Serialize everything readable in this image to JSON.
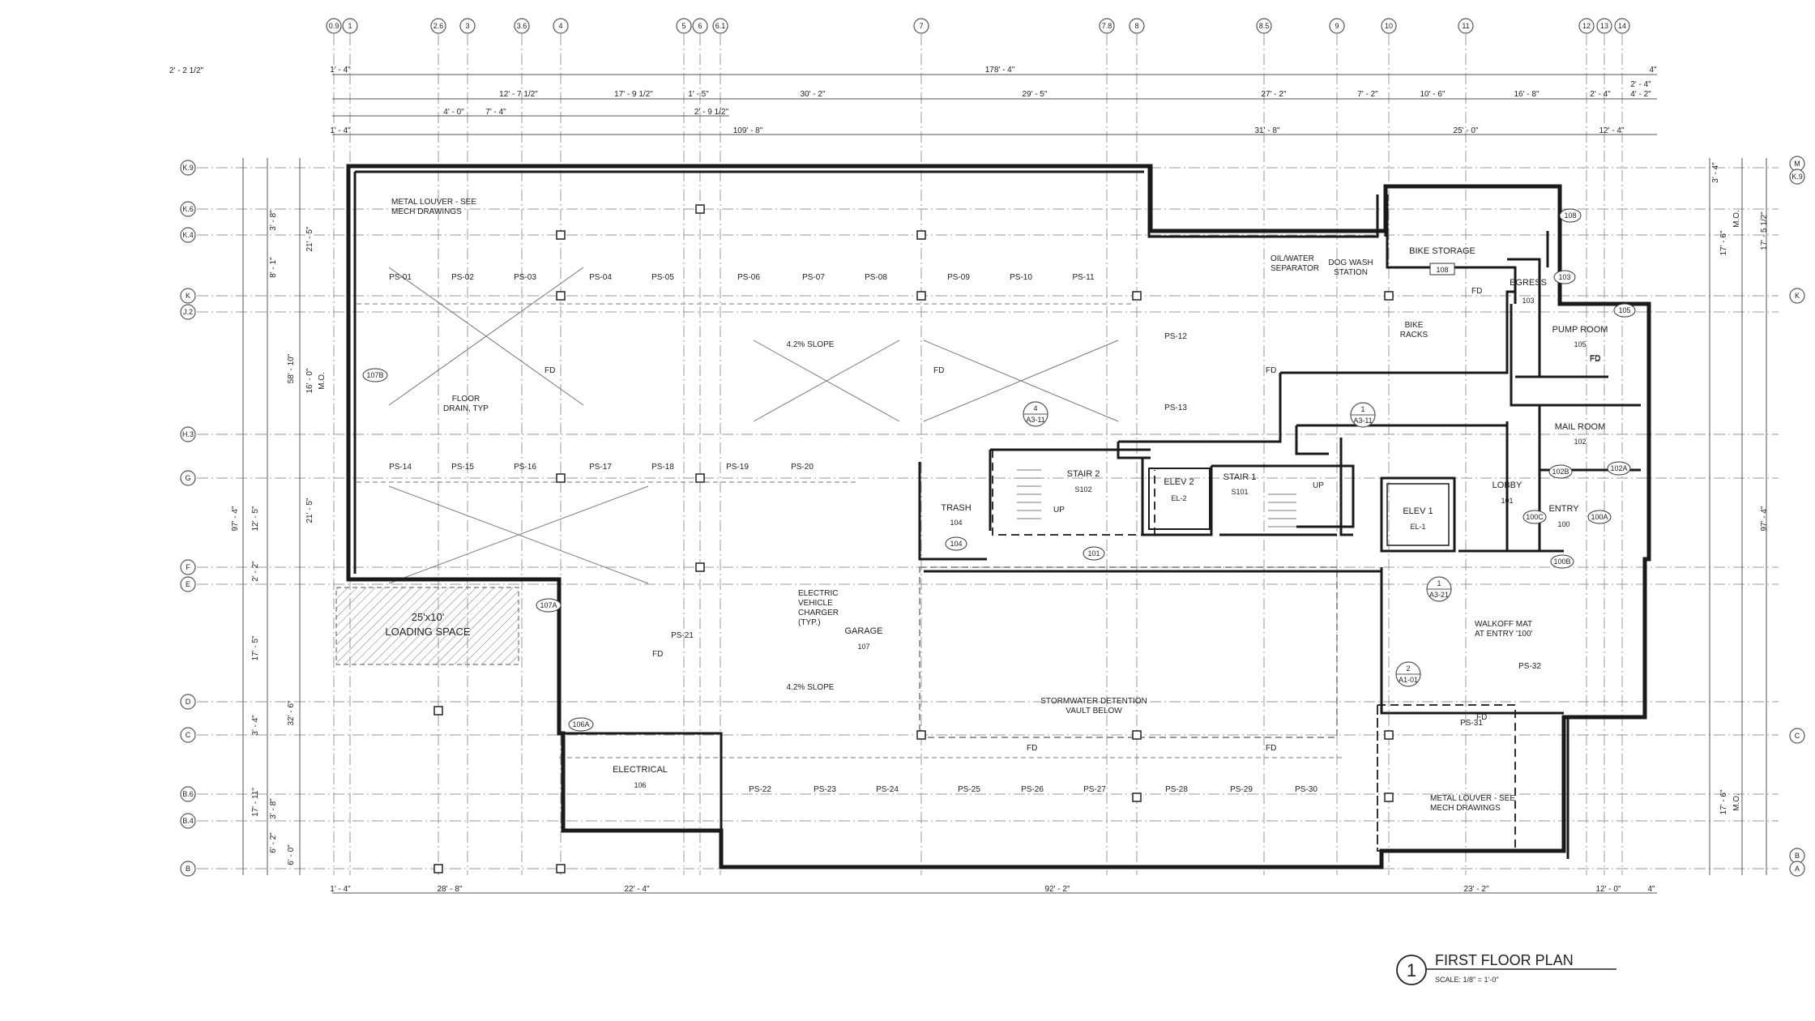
{
  "title": {
    "number": "1",
    "text": "FIRST FLOOR PLAN",
    "scale": "SCALE:  1/8\" = 1'-0\""
  },
  "grid_top": [
    "0.9",
    "1",
    "2.6",
    "3",
    "3.6",
    "4",
    "5",
    "6",
    "6.1",
    "7",
    "7.8",
    "8",
    "8.5",
    "9",
    "10",
    "11",
    "12",
    "13",
    "14"
  ],
  "grid_left": [
    "K.9",
    "K.6",
    "K.4",
    "K",
    "J.2",
    "H.3",
    "G",
    "F",
    "E",
    "D",
    "C",
    "B.6",
    "B.4",
    "B"
  ],
  "grid_right": [
    "M",
    "K.9",
    "K",
    "C",
    "B",
    "A"
  ],
  "dims_top_row1": [
    "2' - 2 1/2\"",
    "12' - 7 1/2\"",
    "17' - 9 1/2\"",
    "1' - 5\"",
    "30' - 2\"",
    "29' - 5\"",
    "27' - 2\"",
    "7' - 2\"",
    "10' - 6\"",
    "16' - 8\"",
    "2' - 4\"",
    "2' - 4\"",
    "4' - 2\""
  ],
  "dims_top_row2": [
    "4' - 0\"",
    "7' - 4\"",
    "2' - 9 1/2\""
  ],
  "dims_top_row3": [
    "1' - 4\"",
    "109' - 8\"",
    "31' - 8\"",
    "25' - 0\"",
    "12' - 4\""
  ],
  "dims_top_overall": [
    "1' - 4\"",
    "178' - 4\"",
    "4\""
  ],
  "dims_bottom": [
    "1' - 4\"",
    "28' - 8\"",
    "22' - 4\"",
    "92' - 2\"",
    "23' - 2\"",
    "12' - 0\"",
    "4\""
  ],
  "dims_left": [
    "3' - 8\"",
    "8' - 1\"",
    "21' - 5\"",
    "58' - 10\"",
    "16' - 0\"",
    "M.O.",
    "21' - 5\"",
    "12' - 5\"",
    "97' - 4\"",
    "2' - 2\"",
    "17' - 5\"",
    "3' - 4\"",
    "32' - 6\"",
    "17' - 11\"",
    "3' - 8\"",
    "6' - 2\"",
    "6' - 0\""
  ],
  "dims_right": [
    "3' - 4\"",
    "17' - 5 1/2\"",
    "17' - 6\"",
    "M.O.",
    "97' - 4\"",
    "17' - 6\"",
    "M.O."
  ],
  "rooms": [
    {
      "name": "BIKE STORAGE",
      "num": "108"
    },
    {
      "name": "EGRESS",
      "num": "103"
    },
    {
      "name": "PUMP ROOM",
      "num": "105"
    },
    {
      "name": "MAIL ROOM",
      "num": "102"
    },
    {
      "name": "LOBBY",
      "num": "101"
    },
    {
      "name": "ENTRY",
      "num": "100"
    },
    {
      "name": "ELEV 1",
      "num": "EL-1"
    },
    {
      "name": "ELEV 2",
      "num": "EL-2"
    },
    {
      "name": "STAIR 1",
      "num": "S101"
    },
    {
      "name": "STAIR 2",
      "num": "S102"
    },
    {
      "name": "TRASH",
      "num": "104"
    },
    {
      "name": "GARAGE",
      "num": "107"
    },
    {
      "name": "ELECTRICAL",
      "num": "106"
    }
  ],
  "parking": [
    "PS-01",
    "PS-02",
    "PS-03",
    "PS-04",
    "PS-05",
    "PS-06",
    "PS-07",
    "PS-08",
    "PS-09",
    "PS-10",
    "PS-11",
    "PS-12",
    "PS-13",
    "PS-14",
    "PS-15",
    "PS-16",
    "PS-17",
    "PS-18",
    "PS-19",
    "PS-20",
    "PS-21",
    "PS-22",
    "PS-23",
    "PS-24",
    "PS-25",
    "PS-26",
    "PS-27",
    "PS-28",
    "PS-29",
    "PS-30",
    "PS-31",
    "PS-32"
  ],
  "notes": {
    "louver_top": [
      "METAL LOUVER - SEE",
      "MECH DRAWINGS"
    ],
    "louver_bottom": [
      "METAL LOUVER - SEE",
      "MECH DRAWINGS"
    ],
    "oil": [
      "OIL/WATER",
      "SEPARATOR"
    ],
    "dogwash": [
      "DOG WASH",
      "STATION"
    ],
    "bikeracks": [
      "BIKE",
      "RACKS"
    ],
    "floordrain": [
      "FLOOR",
      "DRAIN, TYP"
    ],
    "ev": [
      "ELECTRIC",
      "VEHICLE",
      "CHARGER",
      "(TYP.)"
    ],
    "loading": [
      "25'x10'",
      "LOADING SPACE"
    ],
    "storm": [
      "STORMWATER DETENTION",
      "VAULT BELOW"
    ],
    "walkoff": [
      "WALKOFF MAT",
      "AT ENTRY '100'"
    ],
    "slope": "4.2% SLOPE",
    "up": "UP",
    "fd": "FD"
  },
  "door_tags": [
    "107B",
    "107A",
    "106A",
    "108",
    "103",
    "105",
    "102B",
    "102A",
    "100C",
    "100A",
    "100B",
    "101",
    "104"
  ],
  "sections": [
    {
      "num": "4",
      "sheet": "A3-11"
    },
    {
      "num": "1",
      "sheet": "A3-11"
    },
    {
      "num": "1",
      "sheet": "A3-21"
    },
    {
      "num": "2",
      "sheet": "A1-01"
    }
  ]
}
